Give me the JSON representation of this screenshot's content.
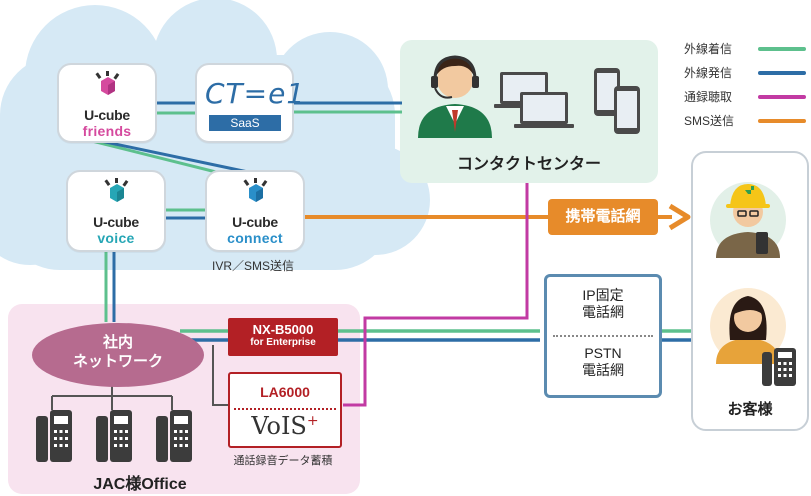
{
  "legend": [
    {
      "label": "外線着信",
      "color": "#5dc08d"
    },
    {
      "label": "外線発信",
      "color": "#2d6da6"
    },
    {
      "label": "通録聴取",
      "color": "#c23aa3"
    },
    {
      "label": "SMS送信",
      "color": "#e78b2a"
    }
  ],
  "products": {
    "friends": {
      "u": "U-cube",
      "sub": "friends",
      "color": "#d54a9e"
    },
    "ctel": {
      "logo": "CT=e1",
      "sub": "SaaS"
    },
    "voice": {
      "u": "U-cube",
      "sub": "voice",
      "color": "#26a6b5"
    },
    "connect": {
      "u": "U-cube",
      "sub": "connect",
      "color": "#2a8fc9",
      "caption": "IVR／SMS送信"
    }
  },
  "contact_center": {
    "label": "コンタクトセンター"
  },
  "mobile_network": {
    "label": "携帯電話網"
  },
  "fixed_network": {
    "ip": "IP固定\n電話網",
    "pstn": "PSTN\n電話網"
  },
  "customer": {
    "label": "お客様"
  },
  "office": {
    "network": "社内\nネットワーク",
    "nx_model": "NX-B5000",
    "nx_sub": "for Enterprise",
    "la_model": "LA6000",
    "vois": "VoIS",
    "vois_plus": "+",
    "storage_caption": "通話録音データ蓄積",
    "label": "JAC様Office"
  },
  "colors": {
    "incoming": "#5dc08d",
    "outgoing": "#2d6da6",
    "listen": "#c23aa3",
    "sms": "#e78b2a",
    "cloud": "#d6e9f5",
    "contact_bg": "#e2f2ea",
    "office_bg": "#f8e3ef",
    "nx_red": "#b32025",
    "network_ellipse": "#b66b8f"
  }
}
